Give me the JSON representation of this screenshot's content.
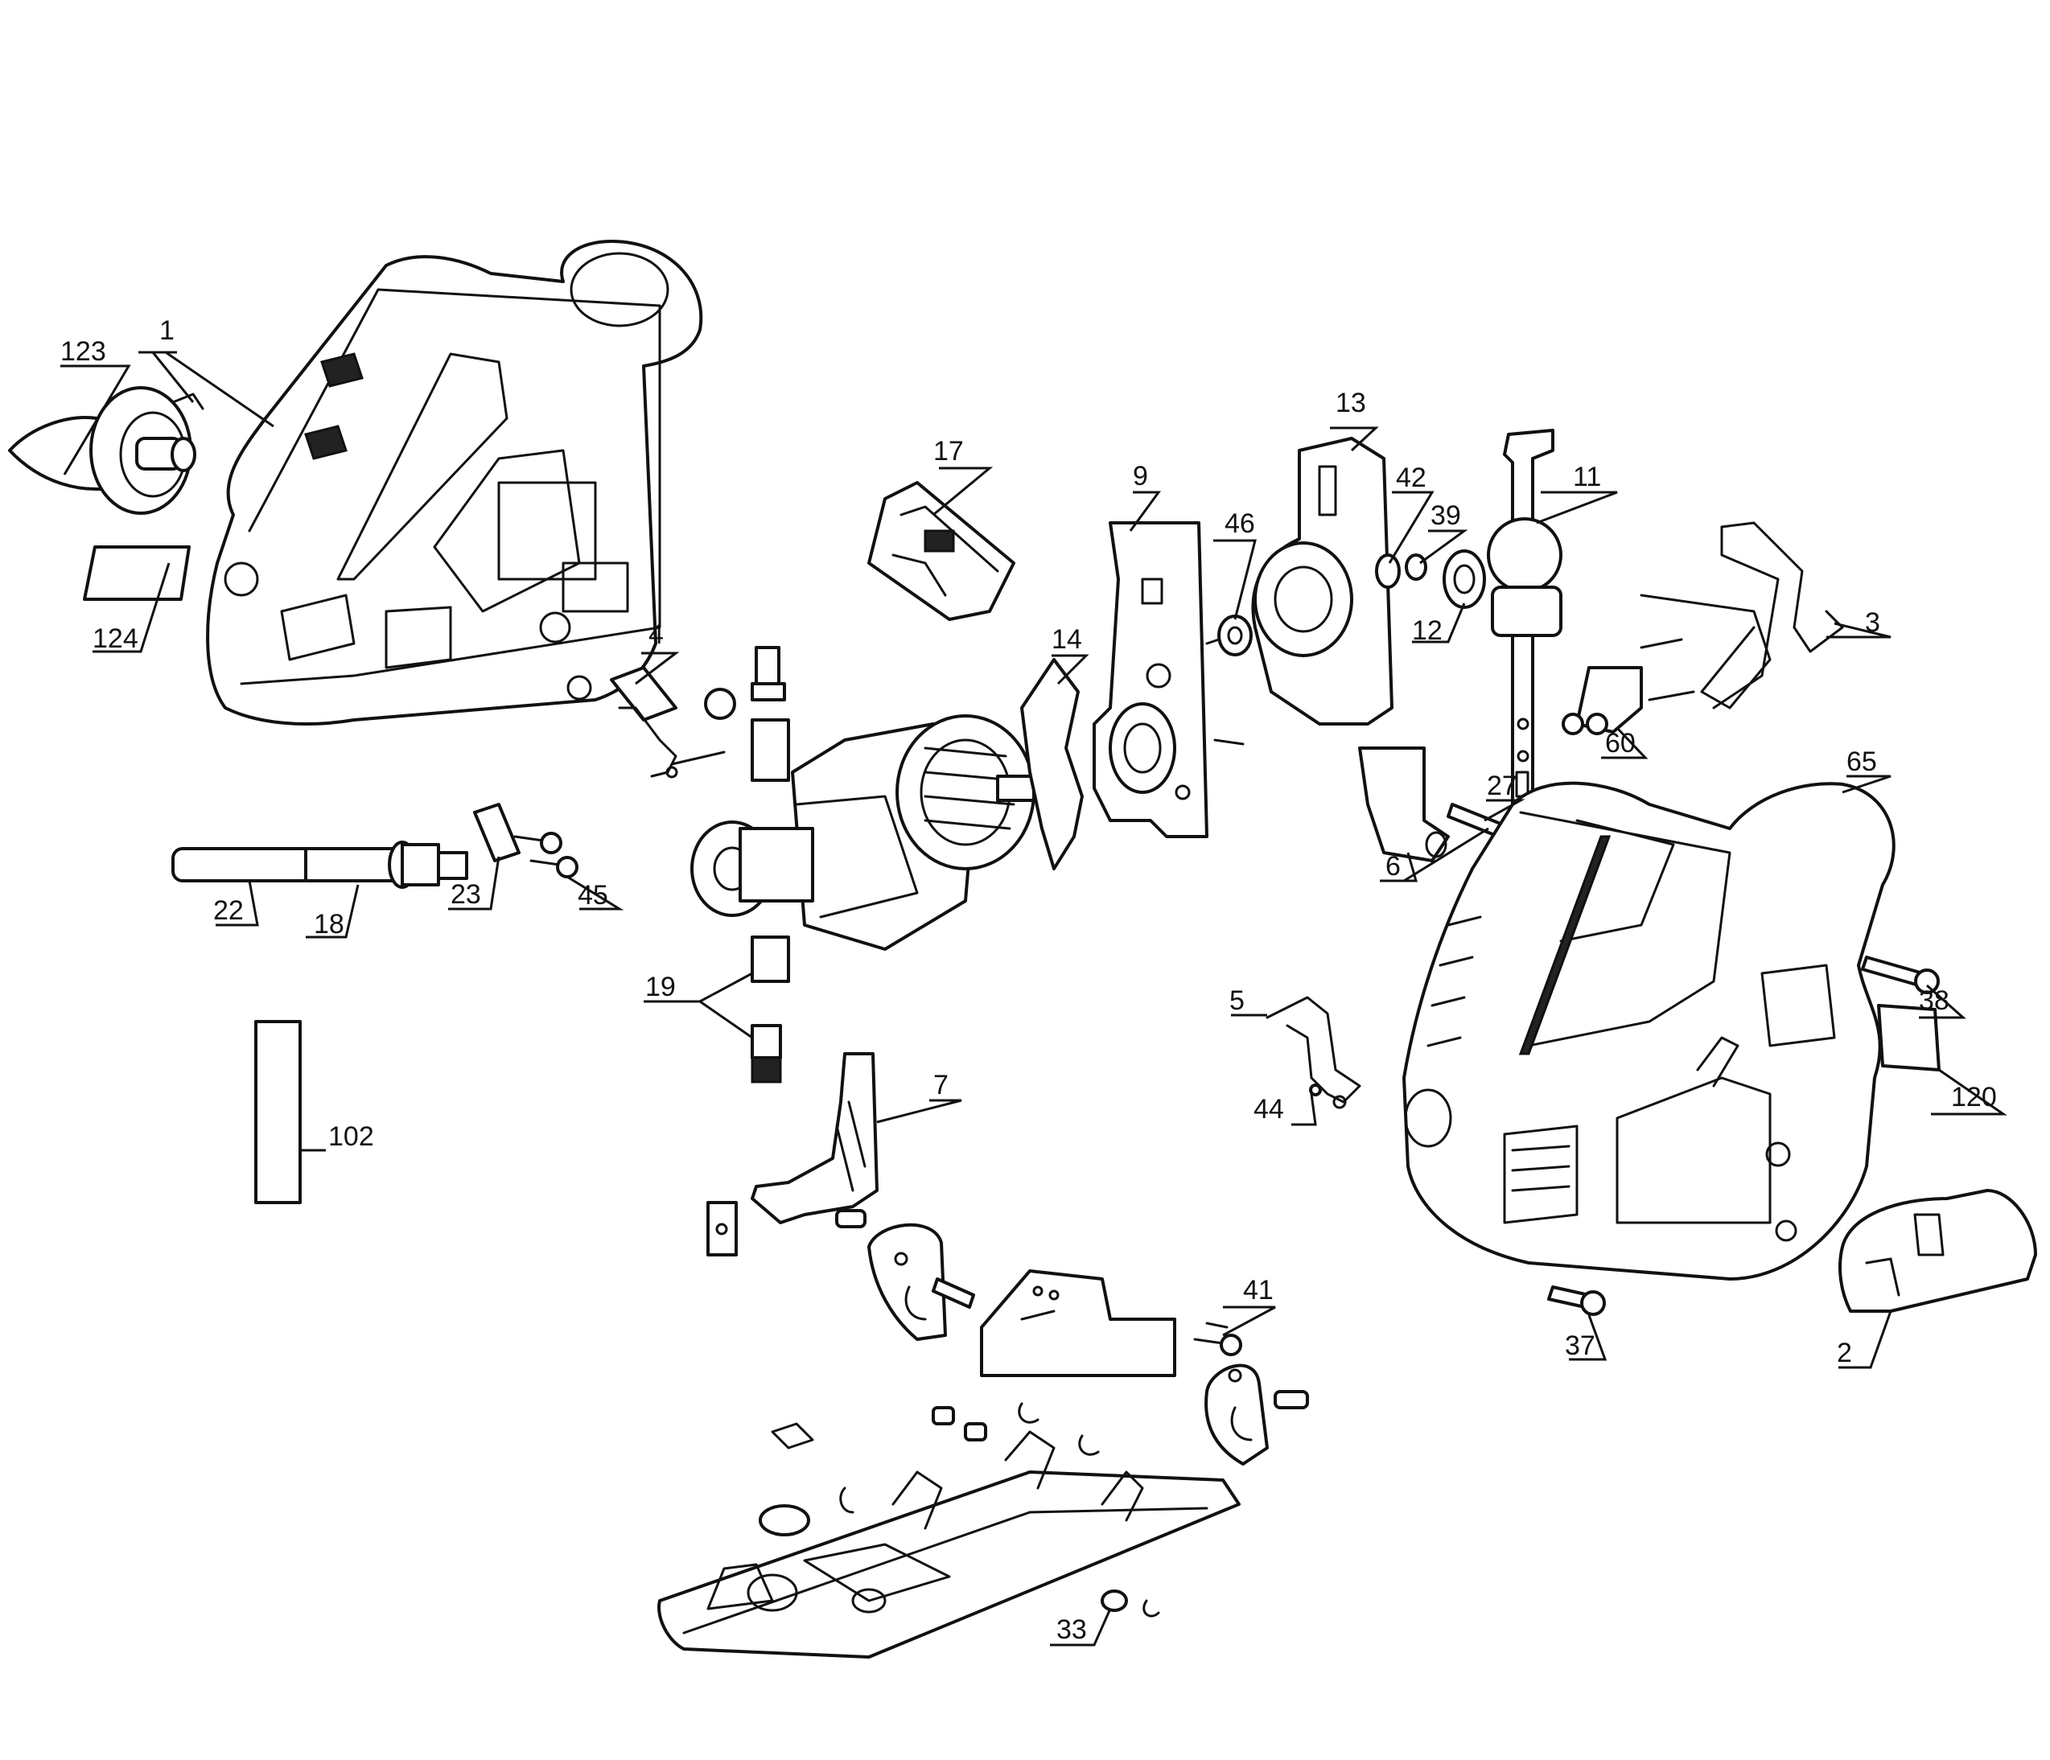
{
  "diagram": {
    "type": "exploded-parts-diagram",
    "line_color": "#111111",
    "background": "#ffffff",
    "callouts": [
      "1",
      "2",
      "3",
      "4",
      "5",
      "6",
      "7",
      "9",
      "11",
      "12",
      "13",
      "14",
      "17",
      "18",
      "19",
      "22",
      "23",
      "27",
      "33",
      "37",
      "38",
      "39",
      "41",
      "42",
      "44",
      "45",
      "46",
      "60",
      "65",
      "102",
      "120",
      "123",
      "124"
    ]
  }
}
